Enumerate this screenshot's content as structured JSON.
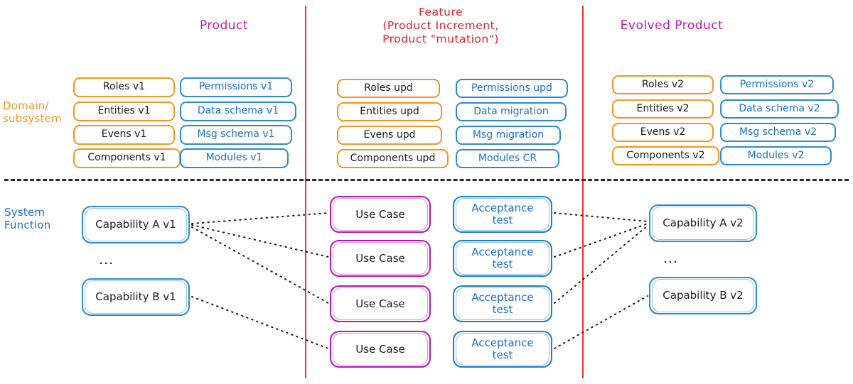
{
  "headers": {
    "product": "Product",
    "feature": "Feature\n(Product Increment,\nProduct \"mutation\")",
    "evolved": "Evolved Product"
  },
  "row_labels": {
    "domain": "Domain/\nsubsystem",
    "system_function": "System\nFunction"
  },
  "colors": {
    "orange": "#f7941e",
    "blue": "#2b8ad6",
    "blue_text": "#1a6fd4",
    "magenta": "#c119c1",
    "purple_box": "#b915b9",
    "red": "#ff2a2a",
    "red_text": "#ec1c24",
    "black": "#1b1b1b"
  },
  "domain_row": {
    "product": {
      "left_items": [
        "Roles v1",
        "Entities v1",
        "Evens v1",
        "Components v1"
      ],
      "right_items": [
        "Permissions v1",
        "Data schema v1",
        "Msg schema v1",
        "Modules v1"
      ]
    },
    "feature": {
      "left_items": [
        "Roles upd",
        "Entities upd",
        "Evens upd",
        "Components upd"
      ],
      "right_items": [
        "Permissions upd",
        "Data migration",
        "Msg migration",
        "Modules CR"
      ]
    },
    "evolved": {
      "left_items": [
        "Roles v2",
        "Entities v2",
        "Evens v2",
        "Components v2"
      ],
      "right_items": [
        "Permissions v2",
        "Data schema v2",
        "Msg schema v2",
        "Modules v2"
      ]
    }
  },
  "system_function_row": {
    "product_capabilities": [
      "Capability A v1",
      "Capability B v1"
    ],
    "product_ellipsis": "...",
    "use_cases": [
      "Use Case",
      "Use Case",
      "Use Case",
      "Use Case"
    ],
    "acceptance_tests": [
      "Acceptance\ntest",
      "Acceptance\ntest",
      "Acceptance\ntest",
      "Acceptance\ntest"
    ],
    "evolved_capabilities": [
      "Capability A v2",
      "Capability B v2"
    ],
    "evolved_ellipsis": "..."
  },
  "connections": {
    "capability_to_usecase": [
      {
        "from": "Capability A v1",
        "to": "Use Case 1"
      },
      {
        "from": "Capability A v1",
        "to": "Use Case 2"
      },
      {
        "from": "Capability A v1",
        "to": "Use Case 3"
      },
      {
        "from": "Capability B v1",
        "to": "Use Case 4"
      }
    ],
    "test_to_capability": [
      {
        "from": "Acceptance test 1",
        "to": "Capability A v2"
      },
      {
        "from": "Acceptance test 2",
        "to": "Capability A v2"
      },
      {
        "from": "Acceptance test 3",
        "to": "Capability A v2"
      },
      {
        "from": "Acceptance test 4",
        "to": "Capability B v2"
      }
    ]
  }
}
